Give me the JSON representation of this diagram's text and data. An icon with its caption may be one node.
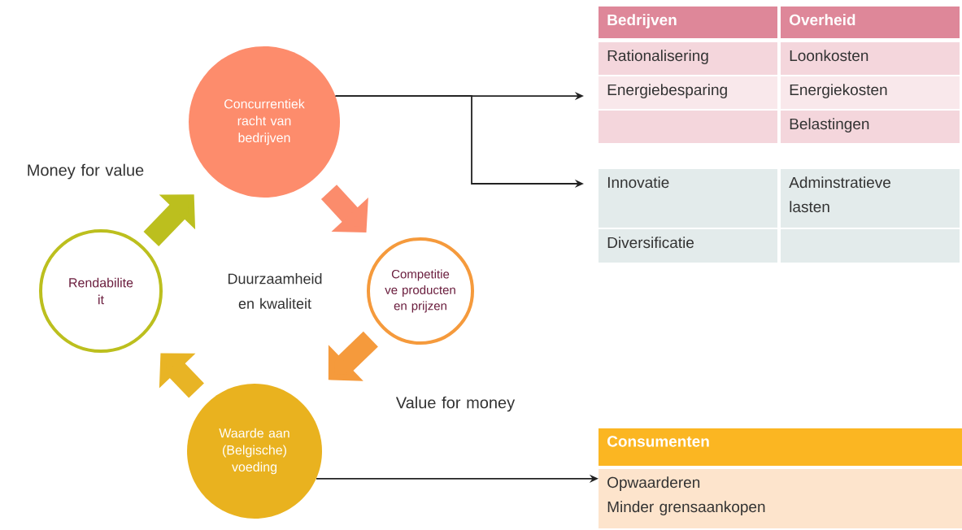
{
  "diagram": {
    "nodes": [
      {
        "text": [
          "Concurrentiek racht van bedrijven"
        ]
      },
      {
        "text": [
          "Competitie ve producten en prijzen"
        ]
      },
      {
        "text": [
          "Waarde aan (Belgische) voeding"
        ]
      },
      {
        "text": [
          "Rendabilite it"
        ]
      },
      {
        "text": [
          "Bedrijven",
          "Overheid",
          "Rationalisering",
          "Loonkosten",
          "Energiebesparing",
          "Energiekosten",
          "Belastingen"
        ]
      },
      {
        "text": [
          "Innovatie",
          "Adminstratieve lasten",
          "Diversificatie"
        ]
      },
      {
        "text": [
          "Consumenten",
          "Opwaarderen",
          "Minder grensaankopen"
        ]
      }
    ],
    "edges": [
      {
        "from": 0,
        "to": 1,
        "arrow": "to",
        "color": "#fb8c6c"
      },
      {
        "from": 1,
        "to": 2,
        "arrow": "to",
        "color": "#f59a3c"
      },
      {
        "from": 2,
        "to": 3,
        "arrow": "to",
        "color": "#e8b425"
      },
      {
        "from": 3,
        "to": 0,
        "arrow": "to",
        "color": "#bcbf1e"
      },
      {
        "from": 0,
        "to": 4,
        "arrow": "to"
      },
      {
        "from": 0,
        "to": 5,
        "arrow": "to"
      },
      {
        "from": 2,
        "to": 6,
        "arrow": "to"
      }
    ],
    "labels": [
      "Money for value",
      "Duurzaamheid en kwaliteit",
      "Value for money"
    ]
  }
}
